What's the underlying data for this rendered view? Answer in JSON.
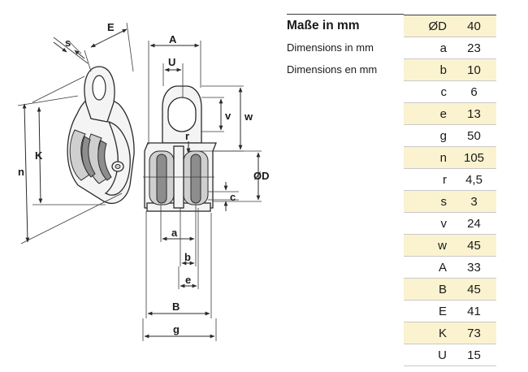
{
  "header_labels": [
    "Maße in mm",
    "Dimensions in mm",
    "Dimensions en mm"
  ],
  "dimensions": [
    {
      "symbol": "ØD",
      "value": "40"
    },
    {
      "symbol": "a",
      "value": "23"
    },
    {
      "symbol": "b",
      "value": "10"
    },
    {
      "symbol": "c",
      "value": "6"
    },
    {
      "symbol": "e",
      "value": "13"
    },
    {
      "symbol": "g",
      "value": "50"
    },
    {
      "symbol": "n",
      "value": "105"
    },
    {
      "symbol": "r",
      "value": "4,5"
    },
    {
      "symbol": "s",
      "value": "3"
    },
    {
      "symbol": "v",
      "value": "24"
    },
    {
      "symbol": "w",
      "value": "45"
    },
    {
      "symbol": "A",
      "value": "33"
    },
    {
      "symbol": "B",
      "value": "45"
    },
    {
      "symbol": "E",
      "value": "41"
    },
    {
      "symbol": "K",
      "value": "73"
    },
    {
      "symbol": "U",
      "value": "15"
    }
  ],
  "drawing_labels": {
    "s": "s",
    "E": "E",
    "K": "K",
    "n": "n",
    "A": "A",
    "U": "U",
    "v": "v",
    "w": "w",
    "r": "r",
    "D": "ØD",
    "c": "c",
    "a": "a",
    "b": "b",
    "e": "e",
    "B": "B",
    "g": "g"
  },
  "colors": {
    "highlight_row": "#fbf3cf",
    "rule": "#c9c9c9"
  }
}
